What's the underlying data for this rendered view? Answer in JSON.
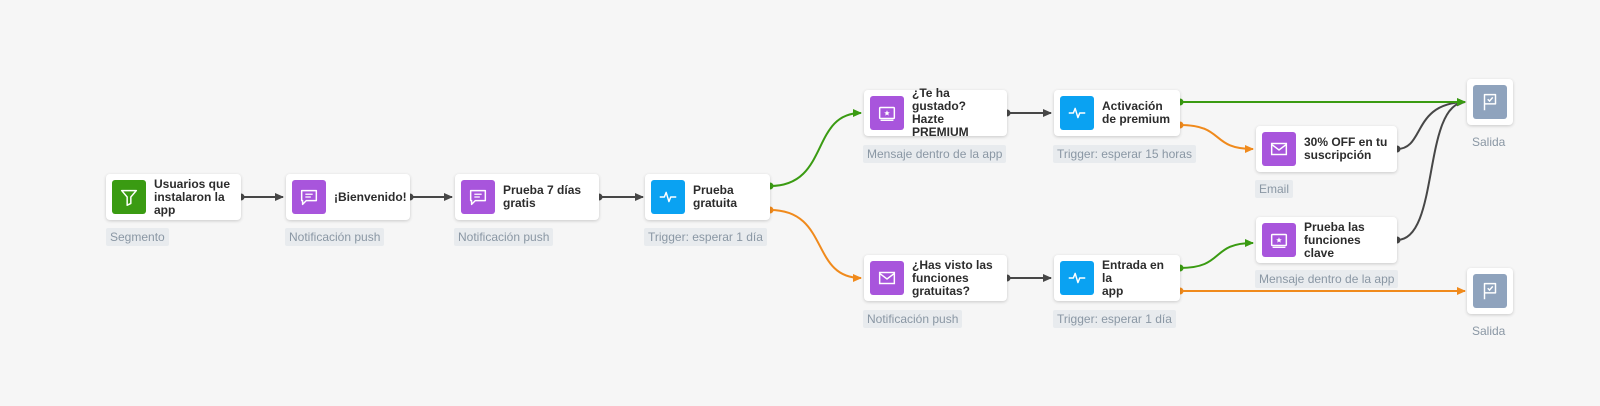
{
  "colors": {
    "segment": "#3a9b12",
    "message": "#a855dc",
    "trigger": "#0aa2f2",
    "exit": "#8fa3bd",
    "edge_default": "#474747",
    "edge_yes": "#3a9b12",
    "edge_no": "#f08a1c"
  },
  "nodes": {
    "segment": {
      "label": "Usuarios que\ninstalaron la\napp",
      "tag": "Segmento",
      "icon": "filter-icon"
    },
    "welcome": {
      "label": "¡Bienvenido!",
      "tag": "Notificación push",
      "icon": "chat-icon"
    },
    "trial7": {
      "label": "Prueba 7 días\ngratis",
      "tag": "Notificación push",
      "icon": "chat-icon"
    },
    "trial_trigger": {
      "label": "Prueba\ngratuita",
      "tag": "Trigger: esperar 1 día",
      "icon": "pulse-icon"
    },
    "liked": {
      "label": "¿Te ha gustado?\nHazte PREMIUM",
      "tag": "Mensaje dentro de la app",
      "icon": "ticket-icon"
    },
    "premium_trigger": {
      "label": "Activación\nde premium",
      "tag": "Trigger: esperar 15 horas",
      "icon": "pulse-icon"
    },
    "discount": {
      "label": "30% OFF en tu\nsuscripción",
      "tag": "Email",
      "icon": "mail-icon"
    },
    "seen_features": {
      "label": "¿Has visto las\nfunciones\ngratuitas?",
      "tag": "Notificación push",
      "icon": "mail-icon"
    },
    "app_entry_trigger": {
      "label": "Entrada en la\napp",
      "tag": "Trigger: esperar 1 día",
      "icon": "pulse-icon"
    },
    "try_features": {
      "label": "Prueba las\nfunciones clave",
      "tag": "Mensaje dentro de la app",
      "icon": "ticket-icon"
    },
    "exit_top": {
      "tag": "Salida",
      "icon": "exit-flag-icon"
    },
    "exit_bottom": {
      "tag": "Salida",
      "icon": "exit-flag-icon"
    }
  }
}
